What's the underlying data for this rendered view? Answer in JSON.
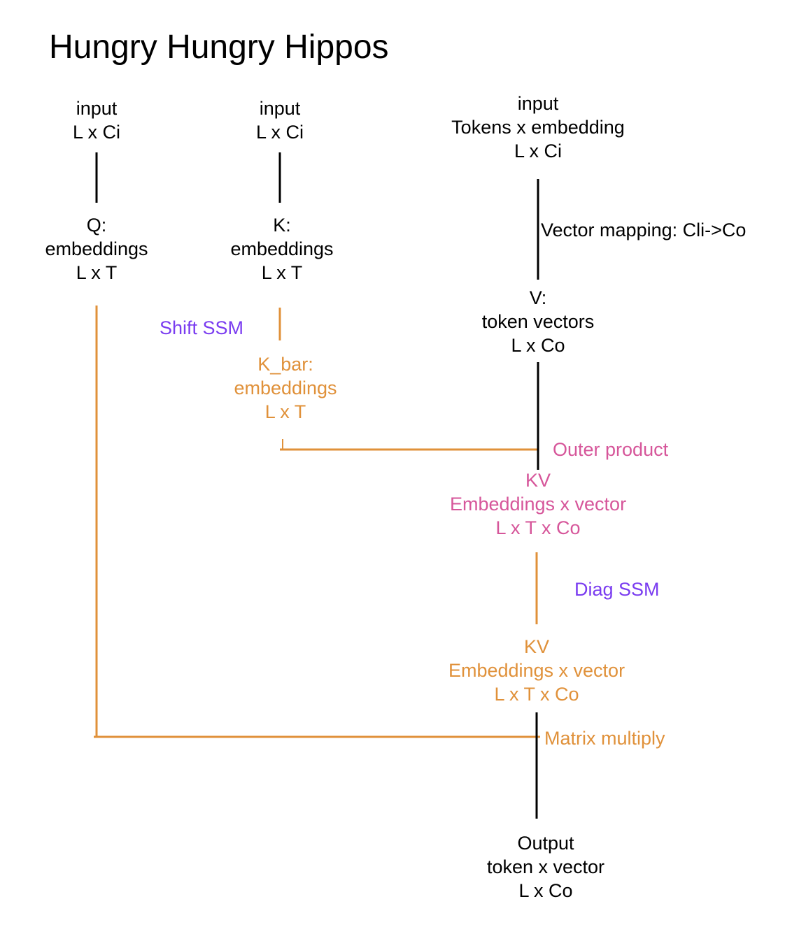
{
  "title": "Hungry Hungry Hippos",
  "colors": {
    "black": "#000000",
    "orange": "#E0913A",
    "pink": "#D6569A",
    "purple": "#7A3CF0"
  },
  "nodes": {
    "input_q": [
      "input",
      "L x Ci"
    ],
    "input_k": [
      "input",
      "L x Ci"
    ],
    "input_v": [
      "input",
      "Tokens x embedding",
      "L x Ci"
    ],
    "q": [
      "Q:",
      "embeddings",
      "L x T"
    ],
    "k": [
      "K:",
      "embeddings",
      "L x T"
    ],
    "v": [
      "V:",
      "token vectors",
      "L x Co"
    ],
    "k_bar": [
      "K_bar:",
      "embeddings",
      "L x T"
    ],
    "kv1": [
      "KV",
      "Embeddings x vector",
      "L x T x Co"
    ],
    "kv2": [
      "KV",
      "Embeddings x vector",
      "L x T x Co"
    ],
    "output": [
      "Output",
      "token x vector",
      "L x Co"
    ]
  },
  "edge_labels": {
    "vector_mapping": "Vector mapping: Cli->Co",
    "shift_ssm": "Shift SSM",
    "outer_product": "Outer product",
    "diag_ssm": "Diag SSM",
    "matrix_multiply": "Matrix multiply"
  }
}
